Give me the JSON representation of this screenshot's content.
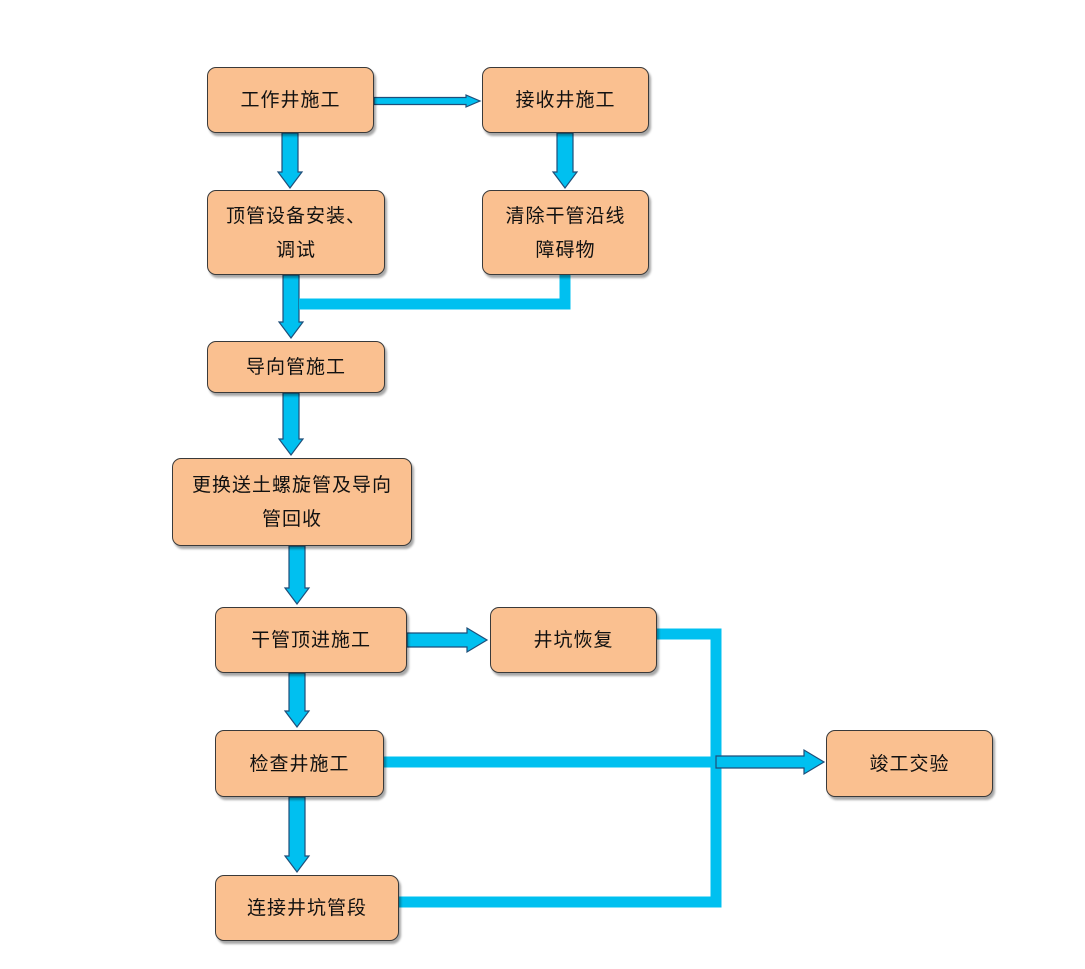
{
  "colors": {
    "box_fill": "#FAC090",
    "box_border": "#3a3a3a",
    "arrow": "#00C0F0",
    "arrow_edge": "#1F4E79"
  },
  "nodes": {
    "work_shaft": "工作井施工",
    "receive_shaft": "接收井施工",
    "equipment_install": "顶管设备安装、\n调试",
    "clear_obstacles": "清除干管沿线\n障碍物",
    "guide_pipe": "导向管施工",
    "replace_spiral": "更换送土螺旋管及导向\n管回收",
    "main_jacking": "干管顶进施工",
    "pit_restore": "井坑恢复",
    "inspection_well": "检查井施工",
    "completion": "竣工交验",
    "connect_segment": "连接井坑管段"
  }
}
